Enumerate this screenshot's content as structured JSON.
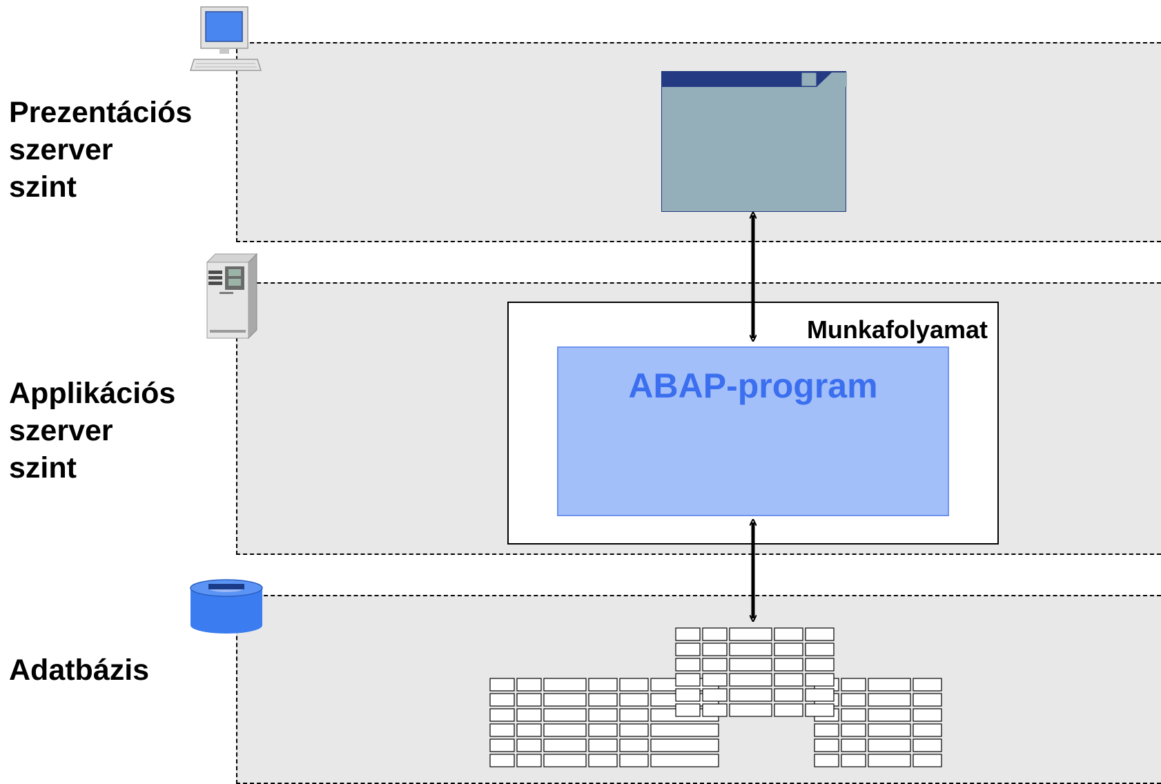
{
  "tiers": {
    "presentation": {
      "label": "Prezentációs\nszerver\nszint"
    },
    "application": {
      "label": "Applikációs\nszerver\nszint"
    },
    "database": {
      "label": "Adatbázis"
    }
  },
  "work_process": {
    "label": "Munkafolyamat"
  },
  "program": {
    "label": "ABAP-program"
  },
  "icons": [
    "computer-icon",
    "server-icon",
    "database-icon",
    "screen-window-icon",
    "table-grid-icon"
  ],
  "colors": {
    "tier_bg": "#e8e8e8",
    "screen_fill": "#94afba",
    "screen_titlebar": "#243a82",
    "program_fill": "#a2bff9",
    "program_text": "#3b6ff0",
    "database_icon": "#3b7cf0"
  }
}
